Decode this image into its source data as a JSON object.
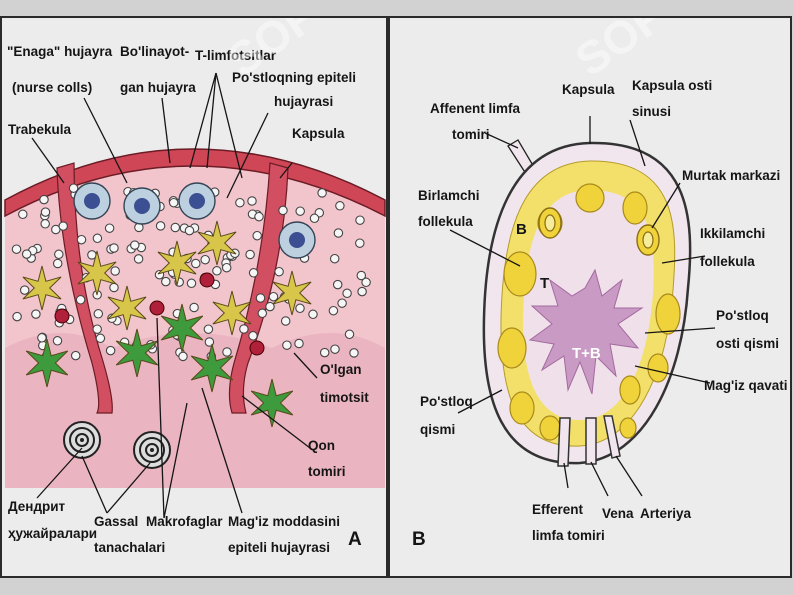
{
  "panel_a": {
    "letter": "A",
    "labels": {
      "enaga_1": "\"Enaga\" hujayra",
      "enaga_2": "(nurse colls)",
      "bolinayot_1": "Bo'linayot-",
      "bolinayot_2": "gan hujayra",
      "tlimfo": "T-limfotsitlar",
      "postloq_epiteli_1": "Po'stloqning epiteli",
      "postloq_epiteli_2": "hujayrasi",
      "trabekula": "Trabekula",
      "kapsula": "Kapsula",
      "olgan_1": "O'lgan",
      "olgan_2": "timotsit",
      "qon_1": "Qon",
      "qon_2": "tomiri",
      "dendrit_1": "Дендрит",
      "dendrit_2": "ҳужайралари",
      "gassal_1": "Gassal",
      "gassal_2": "tanachalari",
      "makrofaglar": "Makrofaglar",
      "magiz_1": "Mag'iz moddasini",
      "magiz_2": "epiteli hujayrasi"
    }
  },
  "panel_b": {
    "letter": "B",
    "labels": {
      "affenent_1": "Affenent limfa",
      "affenent_2": "tomiri",
      "kapsula": "Kapsula",
      "kapsula_osti_1": "Kapsula osti",
      "kapsula_osti_2": "sinusi",
      "murtak": "Murtak markazi",
      "birlamchi_1": "Birlamchi",
      "birlamchi_2": "follekula",
      "ikkilamchi_1": "Ikkilamchi",
      "ikkilamchi_2": "follekula",
      "postloq_osti_1": "Po'stloq",
      "postloq_osti_2": "osti qismi",
      "magiz_qavati": "Mag'iz qavati",
      "postloq_qismi_1": "Po'stloq",
      "postloq_qismi_2": "qismi",
      "efferent_1": "Efferent",
      "efferent_2": "limfa tomiri",
      "vena": "Vena",
      "arteriya": "Arteriya",
      "zone_b": "B",
      "zone_t": "T",
      "zone_tb": "T+B"
    }
  },
  "watermark": "SOFT",
  "colors": {
    "capsule": "#d24a5a",
    "cortex": "#f2c4cc",
    "medulla": "#e4a3b4",
    "cell_green": "#3d9a3d",
    "cell_yellow": "#d8c64a",
    "follicle": "#f0d23a",
    "node_pale": "#f1e6ee",
    "node_purple": "#c99ac6"
  }
}
